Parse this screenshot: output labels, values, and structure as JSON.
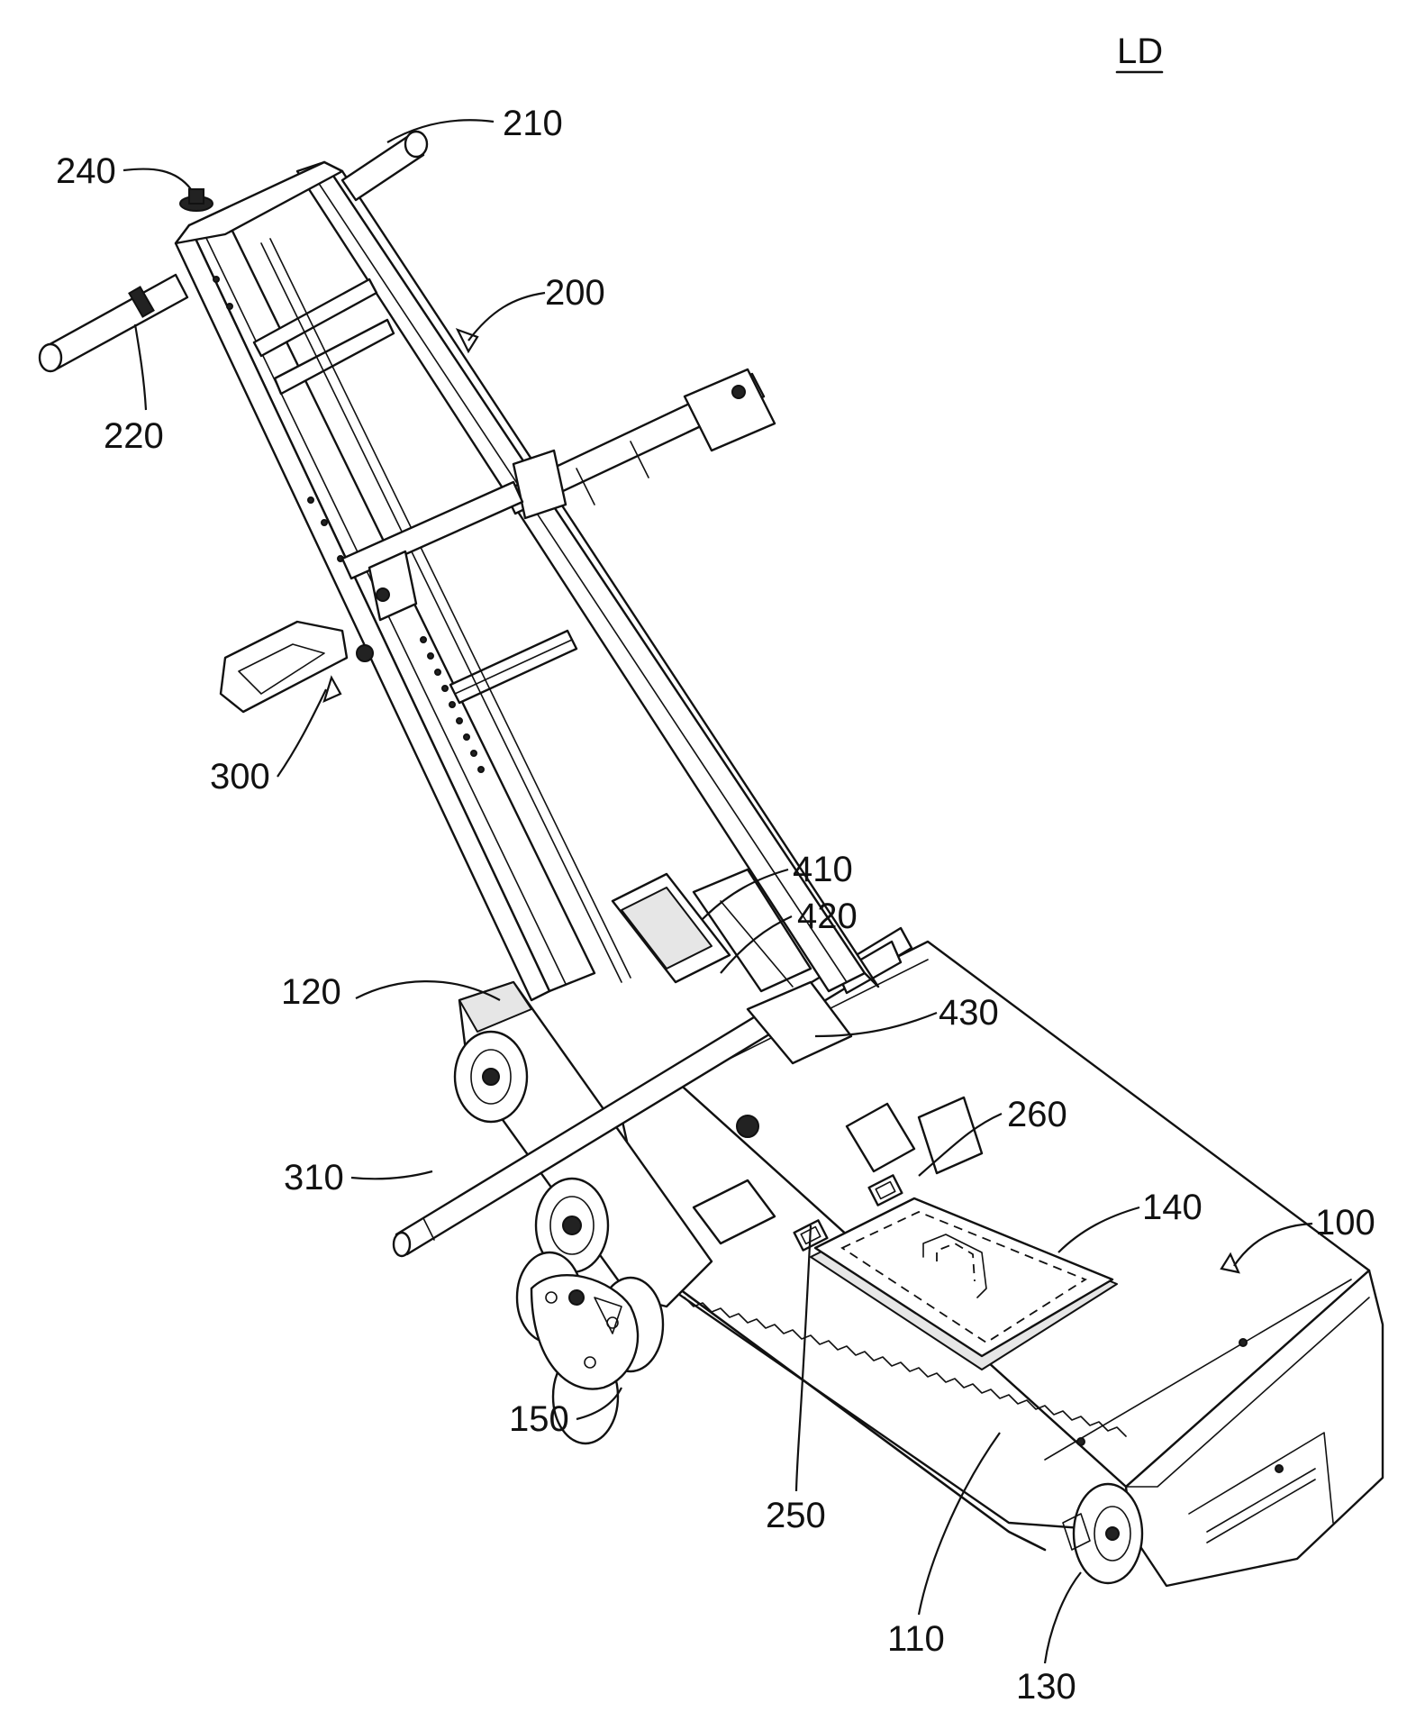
{
  "figure": {
    "title": "LD",
    "labels": {
      "l100": "100",
      "l110": "110",
      "l120": "120",
      "l130": "130",
      "l140": "140",
      "l150": "150",
      "l200": "200",
      "l210": "210",
      "l220": "220",
      "l240": "240",
      "l250": "250",
      "l260": "260",
      "l300": "300",
      "l310": "310",
      "l410": "410",
      "l420": "420",
      "l430": "430"
    }
  }
}
